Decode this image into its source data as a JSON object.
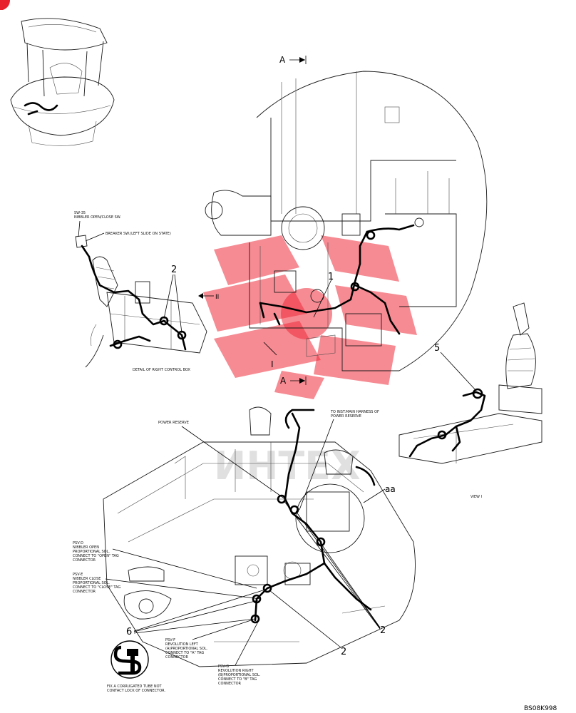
{
  "drawing_code": "BS08K998",
  "section_labels": {
    "a_top": "A",
    "a_bottom": "A",
    "roman_right": "II",
    "roman_bottom": "I"
  },
  "callouts": {
    "n1": "1",
    "n2_left": "2",
    "n2_bottom_a": "2",
    "n2_bottom_b": "2",
    "n5": "5",
    "n6": "6",
    "aa": "aa"
  },
  "notes": {
    "sw35_line1": "SW-35",
    "sw35_line2": "NIBBLER OPEN/CLOSE SW.",
    "breaker_sw": "BREAKER SW.(LEFT SLIDE ON STATE)",
    "detail_caption": "DETAIL OF RIGHT CONTROL BOX",
    "to_inst_line1": "TO INST.MAIN HARNESS OF",
    "to_inst_line2": "POWER RESERVE",
    "power_reserve": "POWER RESERVE",
    "view_caption": "VIEW I",
    "psvd_1": "PSV-D",
    "psvd_2": "NIBBLER OPEN",
    "psvd_3": "PROPORTIONAL SOL.",
    "psvd_4": "CONNECT TO \"OPEN\" TAG",
    "psvd_5": "CONNECTOR",
    "psve_1": "PSV-E",
    "psve_2": "NIBBLER CLOSE",
    "psve_3": "PROPORTIONAL SOL.",
    "psve_4": "CONNECT TO \"CLOSE\" TAG",
    "psve_5": "CONNECTOR",
    "psvf_1": "PSV-F",
    "psvf_2": "REVOLUTION LEFT",
    "psvf_3": "(A)PROPORTIONAL SOL.",
    "psvf_4": "CONNECT TO \"A\" TAG",
    "psvf_5": "CONNECTOR",
    "psvg_1": "PSV-G",
    "psvg_2": "REVOLUTION RIGHT",
    "psvg_3": "(B)PROPORTIONAL SOL.",
    "psvg_4": "CONNECT TO \"B\" TAG",
    "psvg_5": "CONNECTOR",
    "fix_1": "FIX A CORRUGATED TUBE NOT",
    "fix_2": "CONTACT LOCK OF CONNECTOR."
  },
  "watermark_text": "ИНТЕХ",
  "colors": {
    "line": "#1a1a1a",
    "watermark": "#ef2b3a",
    "background": "#ffffff"
  }
}
